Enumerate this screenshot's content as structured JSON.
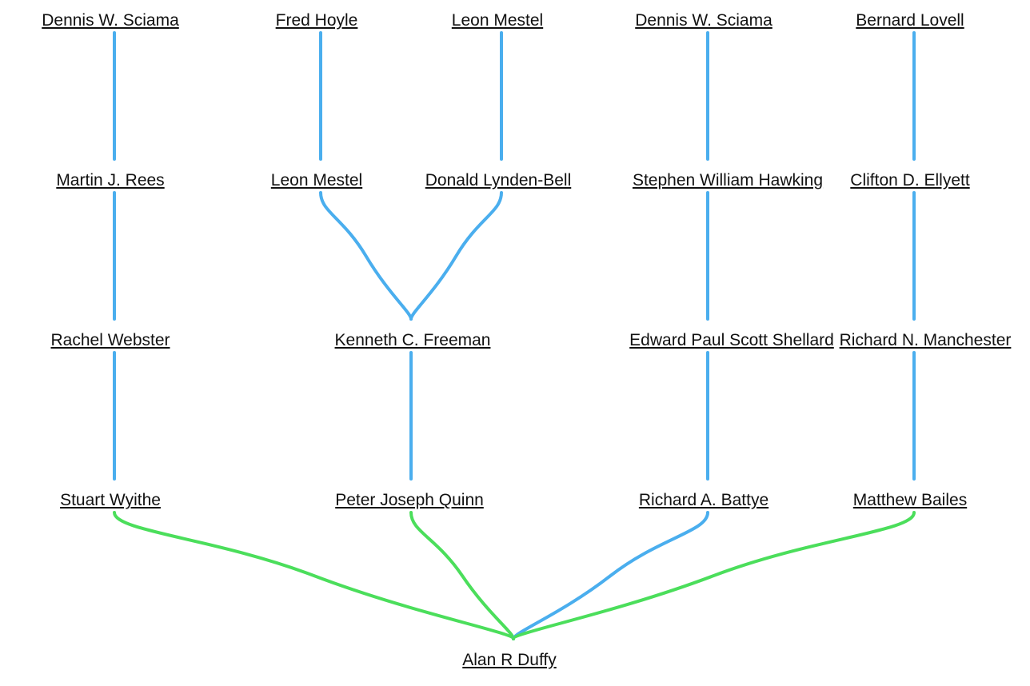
{
  "colors": {
    "advisor_link": "#4aaeee",
    "direct_link": "#4bde5b",
    "text": "#111111"
  },
  "nodes": [
    {
      "id": "sciama1",
      "name": "Dennis W. Sciama"
    },
    {
      "id": "hoyle",
      "name": "Fred Hoyle"
    },
    {
      "id": "mestel1",
      "name": "Leon Mestel"
    },
    {
      "id": "sciama2",
      "name": "Dennis W. Sciama"
    },
    {
      "id": "lovell",
      "name": "Bernard Lovell"
    },
    {
      "id": "rees",
      "name": "Martin J. Rees"
    },
    {
      "id": "mestel2",
      "name": "Leon Mestel"
    },
    {
      "id": "lyndenbell",
      "name": "Donald Lynden-Bell"
    },
    {
      "id": "hawking",
      "name": "Stephen William Hawking"
    },
    {
      "id": "ellyett",
      "name": "Clifton D. Ellyett"
    },
    {
      "id": "webster",
      "name": "Rachel Webster"
    },
    {
      "id": "freeman",
      "name": "Kenneth C. Freeman"
    },
    {
      "id": "shellard",
      "name": "Edward Paul Scott Shellard"
    },
    {
      "id": "manchester",
      "name": "Richard N. Manchester"
    },
    {
      "id": "wyithe",
      "name": "Stuart Wyithe"
    },
    {
      "id": "quinn",
      "name": "Peter Joseph Quinn"
    },
    {
      "id": "battye",
      "name": "Richard A. Battye"
    },
    {
      "id": "bailes",
      "name": "Matthew Bailes"
    },
    {
      "id": "duffy",
      "name": "Alan R Duffy"
    }
  ],
  "links": [
    {
      "from": "sciama1",
      "to": "rees",
      "kind": "advisor_link"
    },
    {
      "from": "hoyle",
      "to": "mestel2",
      "kind": "advisor_link"
    },
    {
      "from": "mestel1",
      "to": "lyndenbell",
      "kind": "advisor_link"
    },
    {
      "from": "sciama2",
      "to": "hawking",
      "kind": "advisor_link"
    },
    {
      "from": "lovell",
      "to": "ellyett",
      "kind": "advisor_link"
    },
    {
      "from": "rees",
      "to": "webster",
      "kind": "advisor_link"
    },
    {
      "from": "mestel2",
      "to": "freeman",
      "kind": "advisor_link"
    },
    {
      "from": "lyndenbell",
      "to": "freeman",
      "kind": "advisor_link"
    },
    {
      "from": "hawking",
      "to": "shellard",
      "kind": "advisor_link"
    },
    {
      "from": "ellyett",
      "to": "manchester",
      "kind": "advisor_link"
    },
    {
      "from": "webster",
      "to": "wyithe",
      "kind": "advisor_link"
    },
    {
      "from": "freeman",
      "to": "quinn",
      "kind": "advisor_link"
    },
    {
      "from": "shellard",
      "to": "battye",
      "kind": "advisor_link"
    },
    {
      "from": "manchester",
      "to": "bailes",
      "kind": "advisor_link"
    },
    {
      "from": "wyithe",
      "to": "duffy",
      "kind": "direct_link"
    },
    {
      "from": "quinn",
      "to": "duffy",
      "kind": "direct_link"
    },
    {
      "from": "battye",
      "to": "duffy",
      "kind": "advisor_link"
    },
    {
      "from": "bailes",
      "to": "duffy",
      "kind": "direct_link"
    }
  ]
}
